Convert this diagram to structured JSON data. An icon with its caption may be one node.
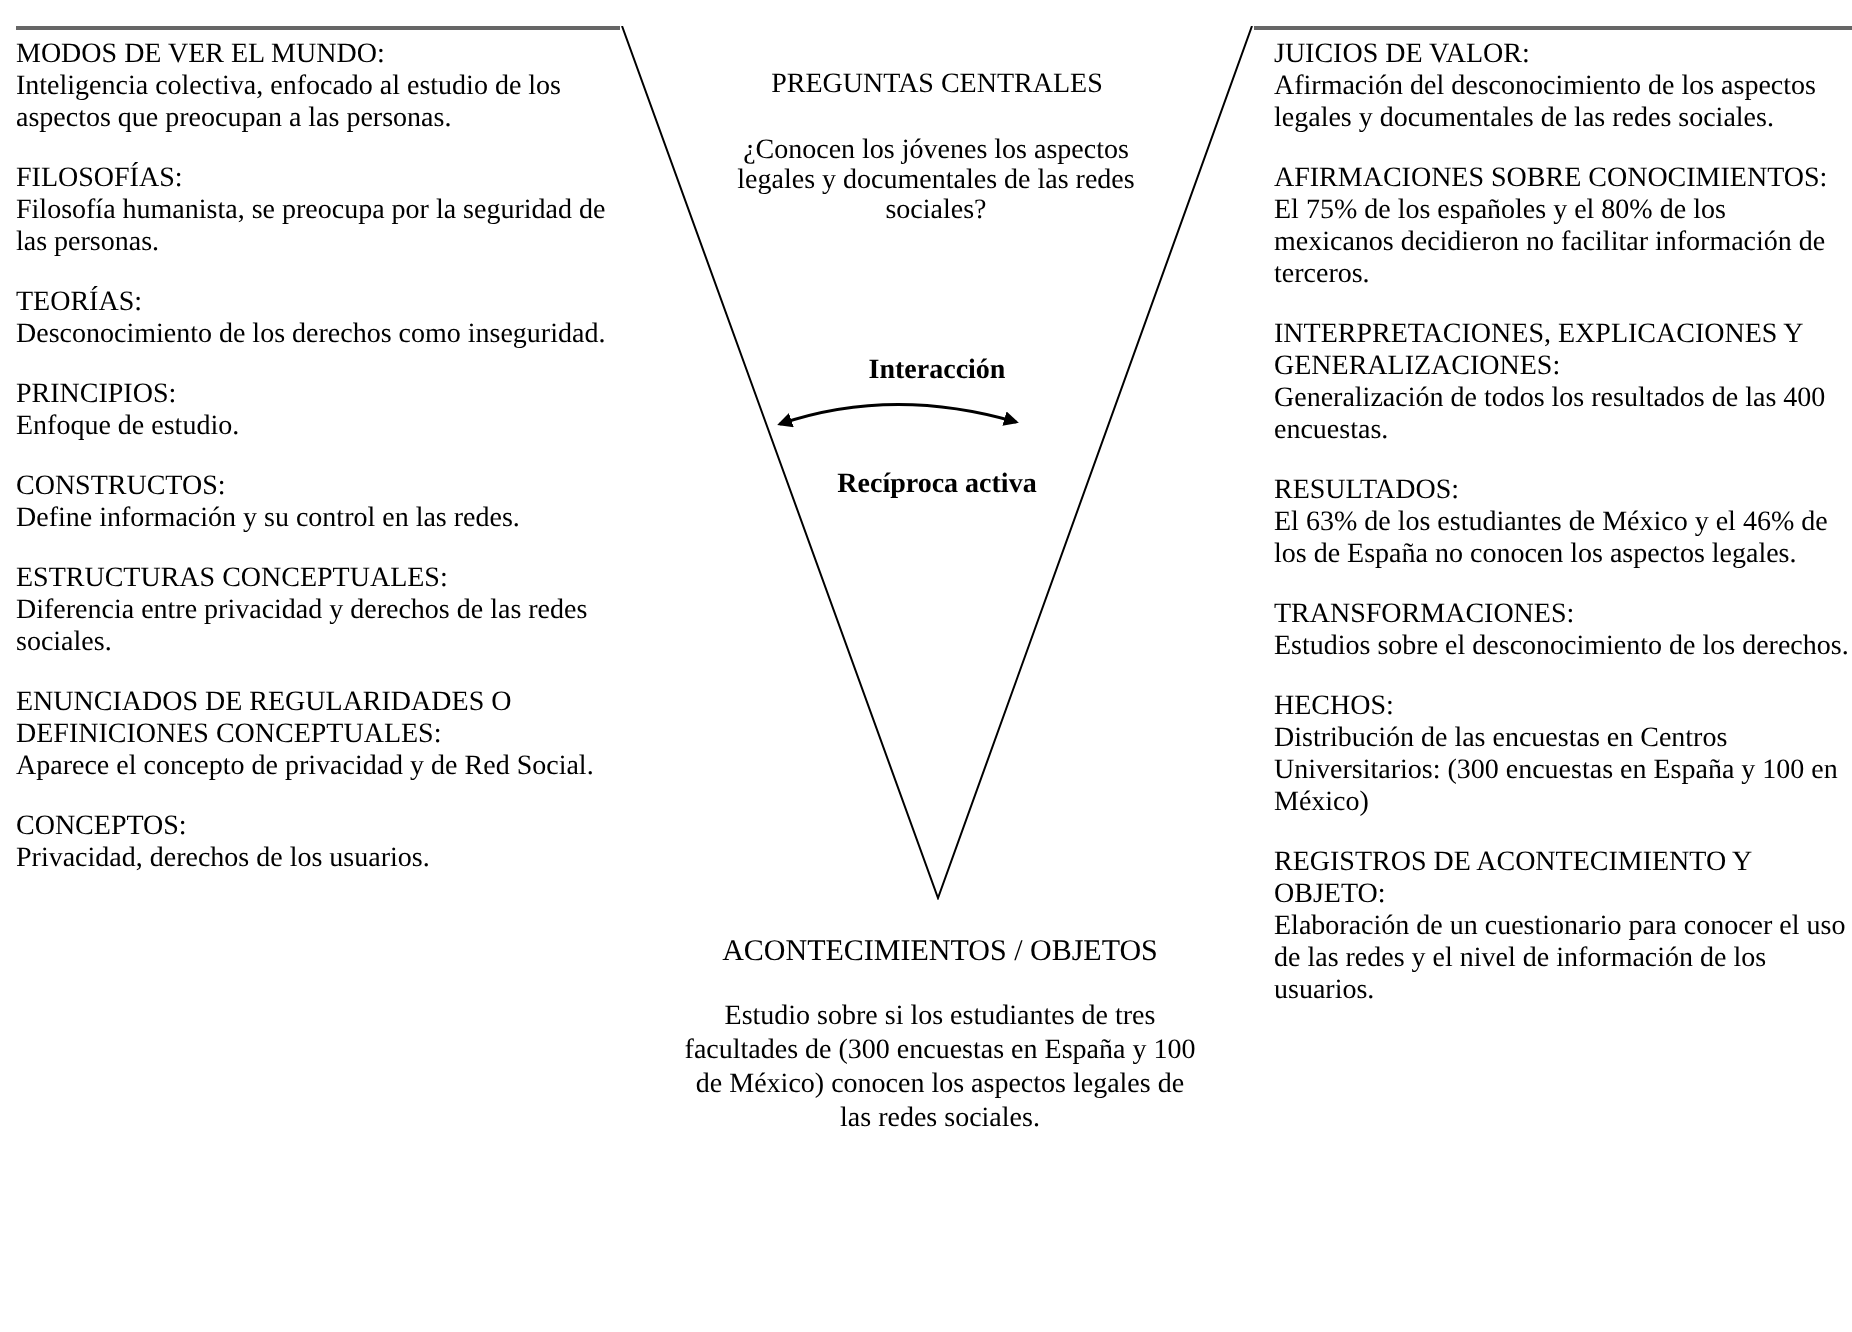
{
  "diagram": {
    "nodes": [
      {
        "text": [
          "PREGUNTAS CENTRALES",
          "¿Conocen los jóvenes los aspectos legales y documentales de las redes sociales?",
          "Interacción",
          "Recíproca activa"
        ],
        "beside": [
          "ACONTECIMIENTOS / OBJETOS",
          "Estudio sobre si los estudiantes de tres facultades de (300 encuestas en España y 100 de México) conocen los aspectos legales de las redes sociales."
        ]
      }
    ],
    "edges": [],
    "labels": [
      "MODOS DE VER EL MUNDO:",
      "Inteligencia colectiva, enfocado al estudio de los aspectos que preocupan a las personas.",
      "FILOSOFÍAS:",
      "Filosofía humanista, se preocupa por la seguridad de las personas.",
      "TEORÍAS:",
      "Desconocimiento de los derechos como inseguridad.",
      "PRINCIPIOS:",
      "Enfoque de estudio.",
      "CONSTRUCTOS:",
      "Define información y su control en las redes.",
      "ESTRUCTURAS CONCEPTUALES:",
      "Diferencia entre privacidad y derechos de las redes sociales.",
      "ENUNCIADOS DE REGULARIDADES O DEFINICIONES CONCEPTUALES:",
      "Aparece el concepto de privacidad y de Red Social.",
      "CONCEPTOS:",
      "Privacidad, derechos de los usuarios.",
      "JUICIOS DE VALOR:",
      "Afirmación del desconocimiento de los aspectos legales y documentales de las redes sociales.",
      "AFIRMACIONES SOBRE CONOCIMIENTOS:",
      "El 75% de los españoles y el 80% de los mexicanos decidieron no facilitar información de terceros.",
      "INTERPRETACIONES, EXPLICACIONES Y GENERALIZACIONES:",
      "Generalización de todos los resultados de las 400 encuestas.",
      "RESULTADOS:",
      "El 63% de los estudiantes de México y el 46% de los de España no conocen los aspectos legales.",
      "TRANSFORMACIONES:",
      "Estudios sobre el desconocimiento de los derechos.",
      "HECHOS:",
      "Distribución de las encuestas en Centros Universitarios: (300 encuestas en España y 100 en México)",
      "REGISTROS DE ACONTECIMIENTO Y OBJETO:",
      "Elaboración de un cuestionario para conocer el uso de las redes y el nivel de información de los usuarios."
    ]
  }
}
